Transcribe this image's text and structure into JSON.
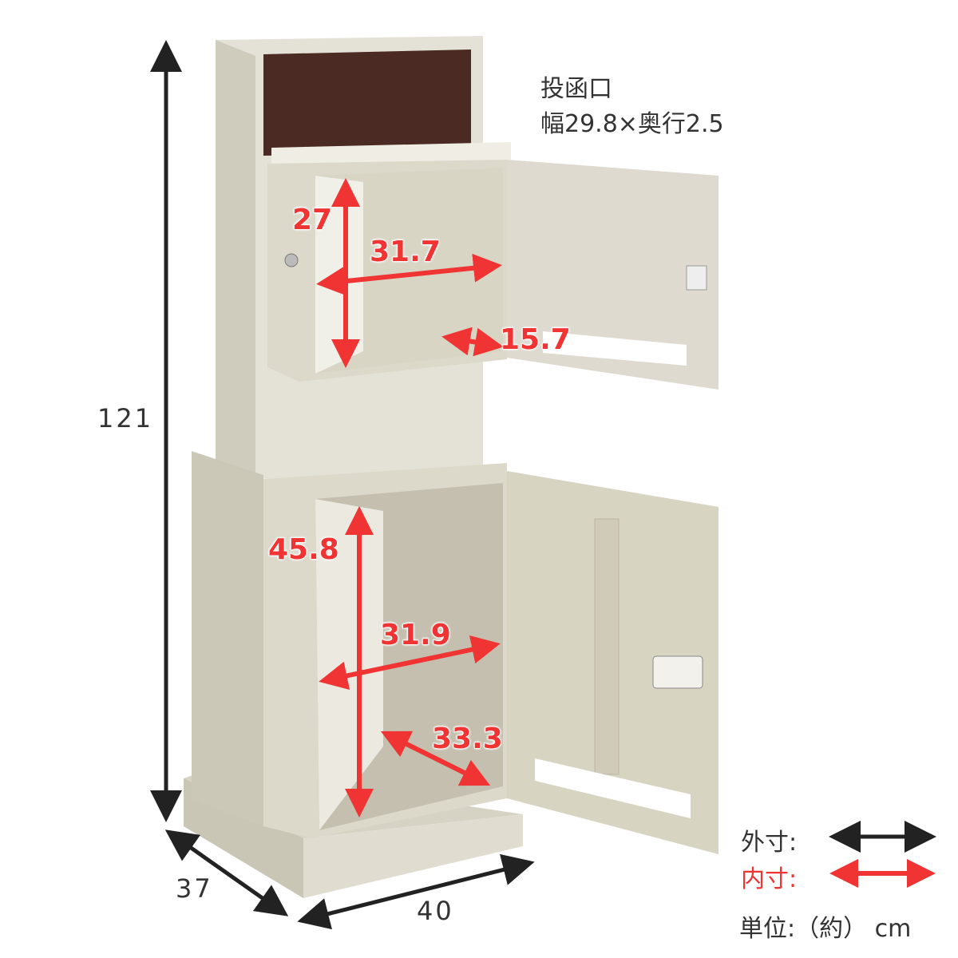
{
  "slot_note": {
    "title": "投函口",
    "size": "幅29.8×奥行2.5"
  },
  "outer_dimensions": {
    "height": "121",
    "depth": "37",
    "width": "40"
  },
  "inner_dimensions": {
    "upper_height": "27",
    "upper_width": "31.7",
    "upper_depth": "15.7",
    "lower_height": "45.8",
    "lower_width": "31.9",
    "lower_depth": "33.3"
  },
  "legend": {
    "outer_label": "外寸:",
    "inner_label": "内寸:",
    "unit": "単位:（約） cm"
  },
  "colors": {
    "outer_arrow": "#222222",
    "inner_arrow": "#f03434",
    "body": "#d9d6c6",
    "wood_panel": "#4a2a22"
  }
}
